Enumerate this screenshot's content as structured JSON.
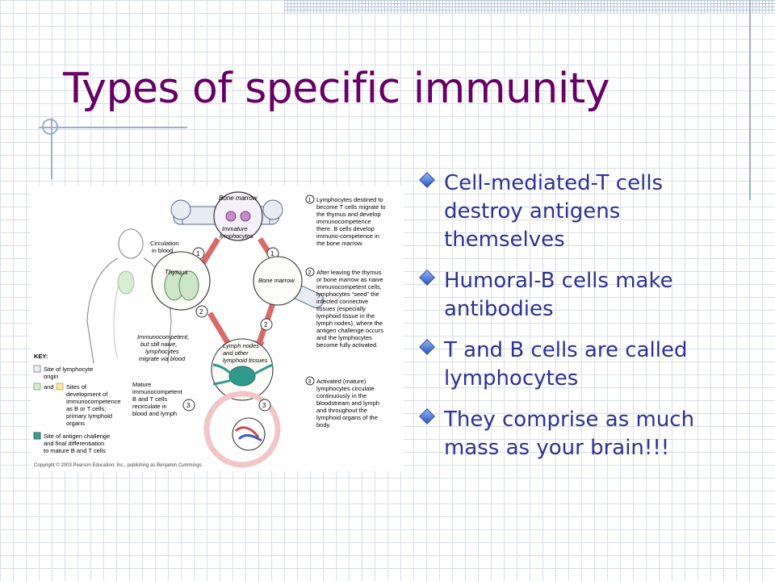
{
  "slide": {
    "title": "Types of specific immunity",
    "bullets": [
      "Cell-mediated-T cells destroy antigens themselves",
      "Humoral-B cells make antibodies",
      "T and B cells are called lymphocytes",
      "They comprise as much mass as your brain!!!"
    ]
  },
  "figure": {
    "label_bone_marrow_top": "Bone marrow",
    "label_immature_1": "Immature",
    "label_immature_2": "lymphocytes",
    "label_circulation_1": "Circulation",
    "label_circulation_2": "in blood",
    "label_thymus": "Thymus",
    "label_bone_marrow_right": "Bone marrow",
    "label_immunocompetent": [
      "Immunocompetent,",
      "but still naive,",
      "lymphocytes",
      "migrate via blood"
    ],
    "label_lymph_nodes": [
      "Lymph nodes",
      "and other",
      "lymphoid tissues"
    ],
    "label_mature": [
      "Mature",
      "immunocompetent",
      "B and T cells",
      "recirculate in",
      "blood and lymph"
    ],
    "step_1": [
      "Lymphocytes destined to",
      "become T cells migrate to",
      "the thymus and develop",
      "immunocompetence",
      "there. B cells develop",
      "immuno-competence in",
      "the bone marrow."
    ],
    "step_2": [
      "After leaving the thymus",
      "or bone marrow as naive",
      "immunocompetent cells,",
      "lymphocytes “seed” the",
      "infected connective",
      "tissues (especially",
      "lymphoid tissue in the",
      "lymph nodes), where the",
      "antigen challenge occurs",
      "and the lymphocytes",
      "become fully activated."
    ],
    "step_3": [
      "Activated (mature)",
      "lymphocytes circulate",
      "continuously in the",
      "bloodstream and lymph",
      "and throughout the",
      "lymphoid organs of the",
      "body."
    ],
    "key_title": "KEY:",
    "key_items": [
      [
        "Site of lymphocyte",
        "origin"
      ],
      [
        "and",
        "Sites of"
      ],
      [
        "development of",
        "immunocompetence",
        "as B or T cells;",
        "primary lymphoid",
        "organs"
      ],
      [
        "Site of antigen challenge",
        "and final differentiation",
        "to mature B and T cells"
      ]
    ],
    "copyright": "Copyright © 2003 Pearson Education, Inc., publishing as Benjamin Cummings."
  }
}
